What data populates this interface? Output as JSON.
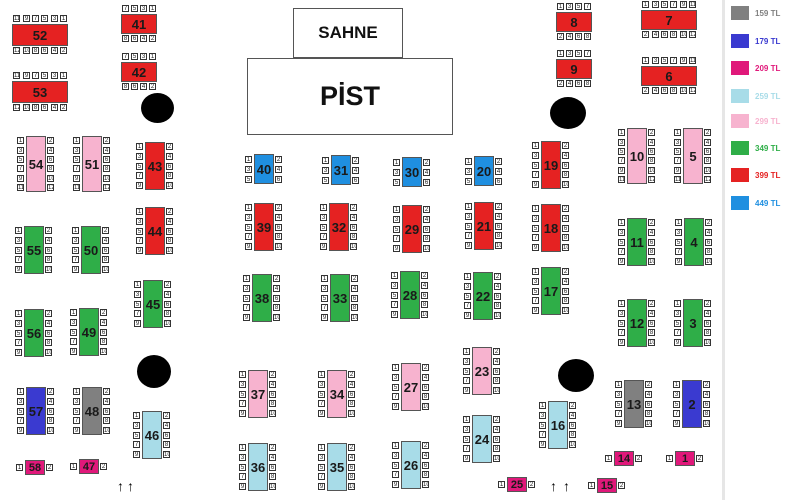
{
  "stage": {
    "sahne": "SAHNE",
    "pist": "PİST"
  },
  "legend": [
    {
      "price": "159 TL",
      "color": "#808080"
    },
    {
      "price": "179 TL",
      "color": "#3a3ad0"
    },
    {
      "price": "209 TL",
      "color": "#e0187a"
    },
    {
      "price": "259 TL",
      "color": "#a8dce8"
    },
    {
      "price": "299 TL",
      "color": "#f7b3cf"
    },
    {
      "price": "349 TL",
      "color": "#2fae48"
    },
    {
      "price": "399 TL",
      "color": "#e52222"
    },
    {
      "price": "449 TL",
      "color": "#1f8fe0"
    }
  ],
  "tables": [
    {
      "id": "52",
      "price": "399 TL",
      "seats": {
        "top": [
          "11",
          "9",
          "7",
          "5",
          "3",
          "1"
        ],
        "bottom": [
          "12",
          "10",
          "8",
          "6",
          "4",
          "2"
        ]
      }
    },
    {
      "id": "53",
      "price": "399 TL",
      "seats": {
        "top": [
          "11",
          "9",
          "7",
          "5",
          "3",
          "1"
        ],
        "bottom": [
          "12",
          "10",
          "8",
          "6",
          "4",
          "2"
        ]
      }
    },
    {
      "id": "41",
      "price": "399 TL",
      "seats": {
        "top": [
          "7",
          "5",
          "3",
          "1"
        ],
        "bottom": [
          "8",
          "6",
          "4",
          "2"
        ]
      }
    },
    {
      "id": "42",
      "price": "399 TL",
      "seats": {
        "top": [
          "7",
          "5",
          "3",
          "1"
        ],
        "bottom": [
          "8",
          "6",
          "4",
          "2"
        ]
      }
    },
    {
      "id": "8",
      "price": "399 TL",
      "seats": {
        "top": [
          "1",
          "3",
          "5",
          "7"
        ],
        "bottom": [
          "2",
          "4",
          "6",
          "8"
        ]
      }
    },
    {
      "id": "9",
      "price": "399 TL",
      "seats": {
        "top": [
          "1",
          "3",
          "5",
          "7"
        ],
        "bottom": [
          "2",
          "4",
          "6",
          "8"
        ]
      }
    },
    {
      "id": "7",
      "price": "399 TL",
      "seats": {
        "top": [
          "1",
          "3",
          "5",
          "7",
          "9",
          "11"
        ],
        "bottom": [
          "2",
          "4",
          "6",
          "8",
          "10",
          "12"
        ]
      }
    },
    {
      "id": "6",
      "price": "399 TL",
      "seats": {
        "top": [
          "1",
          "3",
          "5",
          "7",
          "9",
          "11"
        ],
        "bottom": [
          "2",
          "4",
          "6",
          "8",
          "10",
          "12"
        ]
      }
    },
    {
      "id": "54",
      "price": "299 TL",
      "seats": {
        "left": [
          "1",
          "3",
          "5",
          "7",
          "9",
          "11"
        ],
        "right": [
          "2",
          "4",
          "6",
          "8",
          "10",
          "12"
        ]
      }
    },
    {
      "id": "51",
      "price": "299 TL",
      "seats": {
        "left": [
          "1",
          "3",
          "5",
          "7",
          "9",
          "11"
        ],
        "right": [
          "2",
          "4",
          "6",
          "8",
          "10",
          "12"
        ]
      }
    },
    {
      "id": "43",
      "price": "399 TL",
      "seats": {
        "left": [
          "1",
          "3",
          "5",
          "7",
          "9"
        ],
        "right": [
          "2",
          "4",
          "6",
          "8",
          "10"
        ]
      }
    },
    {
      "id": "44",
      "price": "399 TL",
      "seats": {
        "left": [
          "1",
          "3",
          "5",
          "7",
          "9"
        ],
        "right": [
          "2",
          "4",
          "6",
          "8",
          "10"
        ]
      }
    },
    {
      "id": "45",
      "price": "349 TL",
      "seats": {
        "left": [
          "1",
          "3",
          "5",
          "7",
          "9"
        ],
        "right": [
          "2",
          "4",
          "6",
          "8",
          "10"
        ]
      }
    },
    {
      "id": "46",
      "price": "259 TL",
      "seats": {
        "left": [
          "1",
          "3",
          "5",
          "7",
          "9"
        ],
        "right": [
          "2",
          "4",
          "6",
          "8",
          "10"
        ]
      }
    },
    {
      "id": "55",
      "price": "349 TL",
      "seats": {
        "left": [
          "1",
          "3",
          "5",
          "7",
          "9"
        ],
        "right": [
          "2",
          "4",
          "6",
          "8",
          "10"
        ]
      }
    },
    {
      "id": "50",
      "price": "349 TL",
      "seats": {
        "left": [
          "1",
          "3",
          "5",
          "7",
          "9"
        ],
        "right": [
          "2",
          "4",
          "6",
          "8",
          "10"
        ]
      }
    },
    {
      "id": "56",
      "price": "349 TL",
      "seats": {
        "left": [
          "1",
          "3",
          "5",
          "7",
          "9"
        ],
        "right": [
          "2",
          "4",
          "6",
          "8",
          "10"
        ]
      }
    },
    {
      "id": "49",
      "price": "349 TL",
      "seats": {
        "left": [
          "1",
          "3",
          "5",
          "7",
          "9"
        ],
        "right": [
          "2",
          "4",
          "6",
          "8",
          "10"
        ]
      }
    },
    {
      "id": "57",
      "price": "179 TL",
      "seats": {
        "left": [
          "1",
          "3",
          "5",
          "7",
          "9"
        ],
        "right": [
          "2",
          "4",
          "6",
          "8",
          "10"
        ]
      }
    },
    {
      "id": "48",
      "price": "159 TL",
      "seats": {
        "left": [
          "1",
          "3",
          "5",
          "7",
          "9"
        ],
        "right": [
          "2",
          "4",
          "6",
          "8",
          "10"
        ]
      }
    },
    {
      "id": "58",
      "price": "209 TL",
      "seats": {
        "left": [
          "1"
        ],
        "right": [
          "2"
        ]
      }
    },
    {
      "id": "47",
      "price": "209 TL",
      "seats": {
        "left": [
          "1"
        ],
        "right": [
          "2"
        ]
      }
    },
    {
      "id": "40",
      "price": "449 TL",
      "seats": {
        "left": [
          "1",
          "3",
          "5"
        ],
        "right": [
          "2",
          "4",
          "6"
        ]
      }
    },
    {
      "id": "31",
      "price": "449 TL",
      "seats": {
        "left": [
          "1",
          "3",
          "5"
        ],
        "right": [
          "2",
          "4",
          "6"
        ]
      }
    },
    {
      "id": "30",
      "price": "449 TL",
      "seats": {
        "left": [
          "1",
          "3",
          "5"
        ],
        "right": [
          "2",
          "4",
          "6"
        ]
      }
    },
    {
      "id": "20",
      "price": "449 TL",
      "seats": {
        "left": [
          "1",
          "3",
          "5"
        ],
        "right": [
          "2",
          "4",
          "6"
        ]
      }
    },
    {
      "id": "39",
      "price": "399 TL",
      "seats": {
        "left": [
          "1",
          "3",
          "5",
          "7",
          "9"
        ],
        "right": [
          "2",
          "4",
          "6",
          "8",
          "10"
        ]
      }
    },
    {
      "id": "32",
      "price": "399 TL",
      "seats": {
        "left": [
          "1",
          "3",
          "5",
          "7",
          "9"
        ],
        "right": [
          "2",
          "4",
          "6",
          "8",
          "10"
        ]
      }
    },
    {
      "id": "29",
      "price": "399 TL",
      "seats": {
        "left": [
          "1",
          "3",
          "5",
          "7",
          "9"
        ],
        "right": [
          "2",
          "4",
          "6",
          "8",
          "10"
        ]
      }
    },
    {
      "id": "21",
      "price": "399 TL",
      "seats": {
        "left": [
          "1",
          "3",
          "5",
          "7",
          "9"
        ],
        "right": [
          "2",
          "4",
          "6",
          "8",
          "10"
        ]
      }
    },
    {
      "id": "38",
      "price": "349 TL",
      "seats": {
        "left": [
          "1",
          "3",
          "5",
          "7",
          "9"
        ],
        "right": [
          "2",
          "4",
          "6",
          "8",
          "10"
        ]
      }
    },
    {
      "id": "33",
      "price": "349 TL",
      "seats": {
        "left": [
          "1",
          "3",
          "5",
          "7",
          "9"
        ],
        "right": [
          "2",
          "4",
          "6",
          "8",
          "10"
        ]
      }
    },
    {
      "id": "28",
      "price": "349 TL",
      "seats": {
        "left": [
          "1",
          "3",
          "5",
          "7",
          "9"
        ],
        "right": [
          "2",
          "4",
          "6",
          "8",
          "10"
        ]
      }
    },
    {
      "id": "22",
      "price": "349 TL",
      "seats": {
        "left": [
          "1",
          "3",
          "5",
          "7",
          "9"
        ],
        "right": [
          "2",
          "4",
          "6",
          "8",
          "10"
        ]
      }
    },
    {
      "id": "37",
      "price": "299 TL",
      "seats": {
        "left": [
          "1",
          "3",
          "5",
          "7",
          "9"
        ],
        "right": [
          "2",
          "4",
          "6",
          "8",
          "10"
        ]
      }
    },
    {
      "id": "34",
      "price": "299 TL",
      "seats": {
        "left": [
          "1",
          "3",
          "5",
          "7",
          "9"
        ],
        "right": [
          "2",
          "4",
          "6",
          "8",
          "10"
        ]
      }
    },
    {
      "id": "27",
      "price": "299 TL",
      "seats": {
        "left": [
          "1",
          "3",
          "5",
          "7",
          "9"
        ],
        "right": [
          "2",
          "4",
          "6",
          "8",
          "10"
        ]
      }
    },
    {
      "id": "23",
      "price": "299 TL",
      "seats": {
        "left": [
          "1",
          "3",
          "5",
          "7",
          "9"
        ],
        "right": [
          "2",
          "4",
          "6",
          "8",
          "10"
        ]
      }
    },
    {
      "id": "36",
      "price": "259 TL",
      "seats": {
        "left": [
          "1",
          "3",
          "5",
          "7",
          "9"
        ],
        "right": [
          "2",
          "4",
          "6",
          "8",
          "10"
        ]
      }
    },
    {
      "id": "35",
      "price": "259 TL",
      "seats": {
        "left": [
          "1",
          "3",
          "5",
          "7",
          "9"
        ],
        "right": [
          "2",
          "4",
          "6",
          "8",
          "10"
        ]
      }
    },
    {
      "id": "26",
      "price": "259 TL",
      "seats": {
        "left": [
          "1",
          "3",
          "5",
          "7",
          "9"
        ],
        "right": [
          "2",
          "4",
          "6",
          "8",
          "10"
        ]
      }
    },
    {
      "id": "24",
      "price": "259 TL",
      "seats": {
        "left": [
          "1",
          "3",
          "5",
          "7",
          "9"
        ],
        "right": [
          "2",
          "4",
          "6",
          "8",
          "10"
        ]
      }
    },
    {
      "id": "19",
      "price": "399 TL",
      "seats": {
        "left": [
          "1",
          "3",
          "5",
          "7",
          "9"
        ],
        "right": [
          "2",
          "4",
          "6",
          "8",
          "10"
        ]
      }
    },
    {
      "id": "18",
      "price": "399 TL",
      "seats": {
        "left": [
          "1",
          "3",
          "5",
          "7",
          "9"
        ],
        "right": [
          "2",
          "4",
          "6",
          "8",
          "10"
        ]
      }
    },
    {
      "id": "17",
      "price": "349 TL",
      "seats": {
        "left": [
          "1",
          "3",
          "5",
          "7",
          "9"
        ],
        "right": [
          "2",
          "4",
          "6",
          "8",
          "10"
        ]
      }
    },
    {
      "id": "16",
      "price": "259 TL",
      "seats": {
        "left": [
          "1",
          "3",
          "5",
          "7",
          "9"
        ],
        "right": [
          "2",
          "4",
          "6",
          "8",
          "10"
        ]
      }
    },
    {
      "id": "10",
      "price": "299 TL",
      "seats": {
        "left": [
          "1",
          "3",
          "5",
          "7",
          "9",
          "11"
        ],
        "right": [
          "2",
          "4",
          "6",
          "8",
          "10",
          "12"
        ]
      }
    },
    {
      "id": "5",
      "price": "299 TL",
      "seats": {
        "left": [
          "1",
          "3",
          "5",
          "7",
          "9",
          "11"
        ],
        "right": [
          "2",
          "4",
          "6",
          "8",
          "10",
          "12"
        ]
      }
    },
    {
      "id": "11",
      "price": "349 TL",
      "seats": {
        "left": [
          "1",
          "3",
          "5",
          "7",
          "9"
        ],
        "right": [
          "2",
          "4",
          "6",
          "8",
          "10"
        ]
      }
    },
    {
      "id": "4",
      "price": "349 TL",
      "seats": {
        "left": [
          "1",
          "3",
          "5",
          "7",
          "9"
        ],
        "right": [
          "2",
          "4",
          "6",
          "8",
          "10"
        ]
      }
    },
    {
      "id": "12",
      "price": "349 TL",
      "seats": {
        "left": [
          "1",
          "3",
          "5",
          "7",
          "9"
        ],
        "right": [
          "2",
          "4",
          "6",
          "8",
          "10"
        ]
      }
    },
    {
      "id": "3",
      "price": "349 TL",
      "seats": {
        "left": [
          "1",
          "3",
          "5",
          "7",
          "9"
        ],
        "right": [
          "2",
          "4",
          "6",
          "8",
          "10"
        ]
      }
    },
    {
      "id": "13",
      "price": "159 TL",
      "seats": {
        "left": [
          "1",
          "3",
          "5",
          "7",
          "9"
        ],
        "right": [
          "2",
          "4",
          "6",
          "8",
          "10"
        ]
      }
    },
    {
      "id": "2",
      "price": "179 TL",
      "seats": {
        "left": [
          "1",
          "3",
          "5",
          "7",
          "9"
        ],
        "right": [
          "2",
          "4",
          "6",
          "8",
          "10"
        ]
      }
    },
    {
      "id": "14",
      "price": "209 TL",
      "seats": {
        "left": [
          "1"
        ],
        "right": [
          "2"
        ]
      }
    },
    {
      "id": "1",
      "price": "209 TL",
      "seats": {
        "left": [
          "1"
        ],
        "right": [
          "2"
        ]
      }
    },
    {
      "id": "25",
      "price": "209 TL",
      "seats": {
        "left": [
          "1"
        ],
        "right": [
          "2"
        ]
      }
    },
    {
      "id": "15",
      "price": "209 TL",
      "seats": {
        "left": [
          "1"
        ],
        "right": [
          "2"
        ]
      }
    }
  ]
}
